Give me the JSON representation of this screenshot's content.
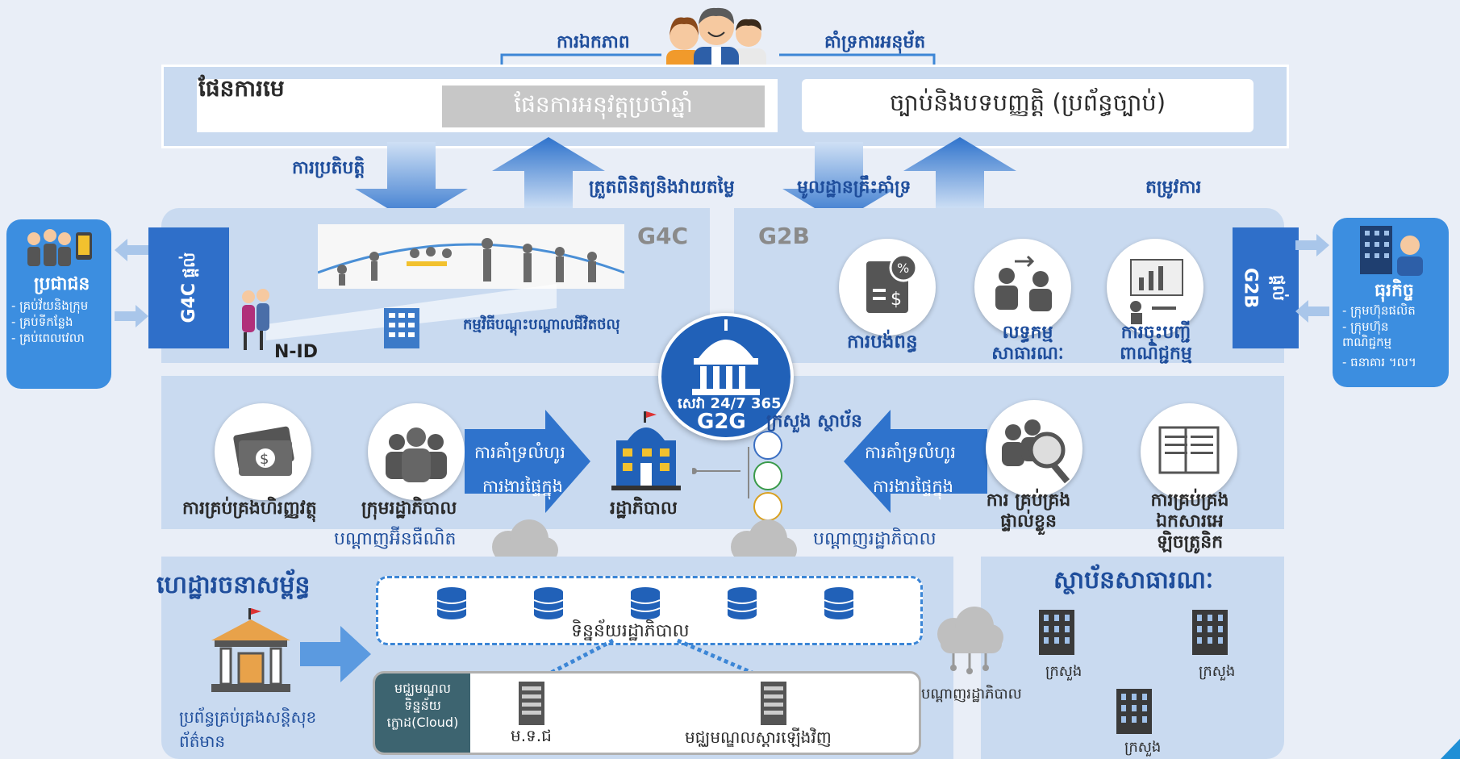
{
  "top": {
    "left_arrow_label": "ការឯកភាព",
    "right_arrow_label": "គាំទ្រការអនុម័ត",
    "plan_title": "ផែនការមេ",
    "annual_plan": "ផែនការអនុវត្តប្រចាំឆ្នាំ",
    "law_box": "ច្បាប់និងបទបញ្ញត្តិ (ប្រព័ន្ធច្បាប់)"
  },
  "flows": {
    "implement": "ការប្រតិបត្តិ",
    "evaluate": "ត្រួតពិនិត្យនិងវាយតម្លៃ",
    "infrastructure": "មូលដ្ឋានគ្រឹះគាំទ្រ",
    "demand": "តម្រូវការ"
  },
  "g4c": {
    "title": "G4C",
    "side_label": "ផ្តល់",
    "side_code": "G4C",
    "nid": "N-ID",
    "program": "កម្មវិធីបណ្តុះបណ្តាលជីវិតថលុ"
  },
  "g2b": {
    "title": "G2B",
    "side_label": "ផ្តល់",
    "side_code": "G2B",
    "services": [
      "ការបង់ពន្ធ",
      "លទ្ធកម្ម សាធារណៈ",
      "ការចុះបញ្ជី ពាណិជ្ជកម្ម"
    ]
  },
  "citizen": {
    "title": "ប្រជាជន",
    "items": [
      "- គ្រប់វ័យនិងក្រុម",
      "- គ្រប់ទីកន្លែង",
      "- គ្រប់ពេលវេលា"
    ]
  },
  "business": {
    "title": "ធុរកិច្ច",
    "items": [
      "- ក្រុមហ៊ុនផលិត",
      "- ក្រុមហ៊ុន ពាណិជ្ជកម្ម",
      "- ធនាគារ ។ល។"
    ]
  },
  "center": {
    "service": "សេវា 24/7 365",
    "g2g": "G2G",
    "ministries": "ក្រសួង ស្ថាប័ន"
  },
  "g2g_row": {
    "finance": "ការគ្រប់គ្រងហិរញ្ញវត្ថុ",
    "cabinet": "ក្រុមរដ្ឋាភិបាល",
    "support_left_1": "ការគាំទ្រលំហូរ",
    "support_left_2": "ការងារផ្ទៃក្នុង",
    "government": "រដ្ឋាភិបាល",
    "support_right_1": "ការគាំទ្រលំហូរ",
    "support_right_2": "ការងារផ្ទៃក្នុង",
    "hr": "ការ គ្រប់គ្រង ផ្ទាល់ខ្លួន",
    "docs": "ការគ្រប់គ្រង ឯកសារអេ ឡិចត្រូនិក",
    "internet_network": "បណ្តាញអ៊ីនធឺណិត",
    "gov_network": "បណ្តាញរដ្ឋាភិបាល"
  },
  "infra": {
    "title": "ហេដ្ឋារចនាសម្ព័ន្ធ",
    "security": "ប្រព័ន្ធគ្រប់គ្រងសន្តិសុខ ព័ត៌មាន",
    "gov_data": "ទិន្នន័យរដ្ឋាភិបាល",
    "cloud_center": "មជ្ឈមណ្ឌល ទិន្នន័យ ក្លោដ(Cloud)",
    "mdc": "ម.ទ.ជ",
    "recovery": "មជ្ឈមណ្ឌលស្តារឡើងវិញ",
    "gov_network": "បណ្តាញរដ្ឋាភិបាល"
  },
  "public_inst": {
    "title": "ស្ថាប័នសាធារណៈ",
    "ministries": [
      "ក្រសួង",
      "ក្រសួង",
      "ក្រសួង"
    ]
  },
  "colors": {
    "blue_dark": "#1f4e9c",
    "blue_side": "#2f6fc9",
    "panel": "#c9daf0",
    "arrow": "#3d86d6"
  }
}
